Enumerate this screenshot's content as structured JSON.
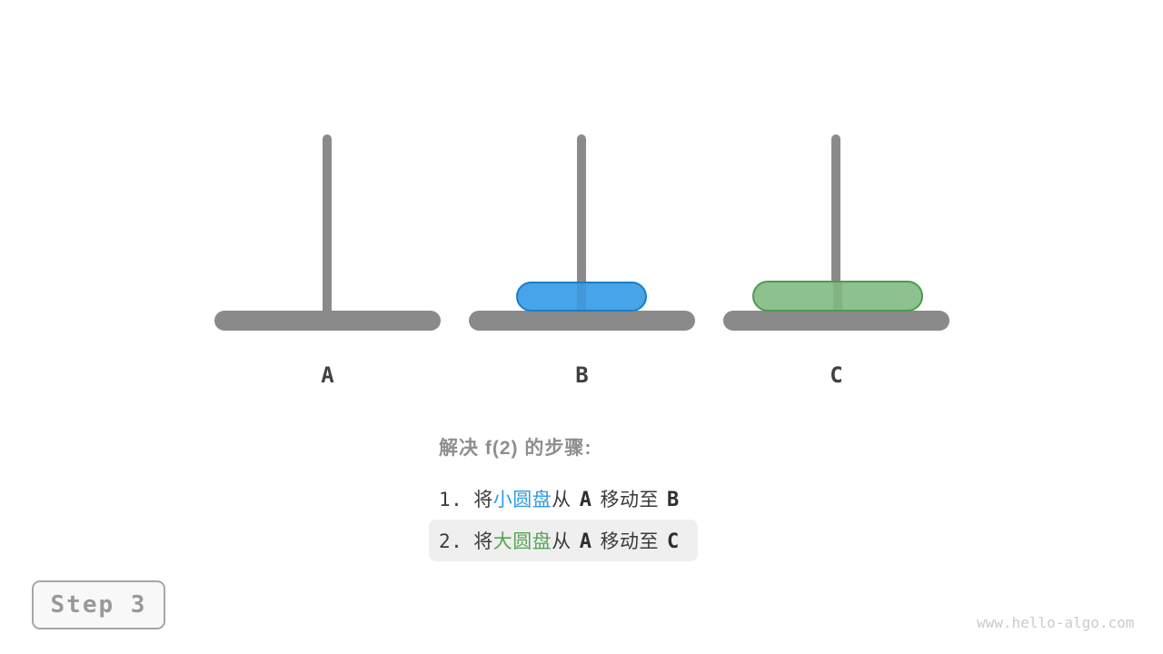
{
  "figure": {
    "peg_color": "#8A8A8A",
    "pegs": [
      {
        "label": "A"
      },
      {
        "label": "B"
      },
      {
        "label": "C"
      }
    ],
    "disks": [
      {
        "id": "small-disk",
        "name": "小圆盘",
        "fill": "#47A4E9",
        "border": "#1A7DC8",
        "on_peg": "B"
      },
      {
        "id": "large-disk",
        "name": "大圆盘",
        "fill": "#8DC18D",
        "border": "#4E9A4F",
        "on_peg": "C"
      }
    ]
  },
  "caption": {
    "heading": "解决 f(2) 的步骤:",
    "heading_color": "#8E8E8E",
    "text_color": "#3A3A3A",
    "highlight_bg": "#EFEFEF",
    "steps": [
      {
        "number": "1.",
        "pre": "将",
        "disk": "小圆盘",
        "disk_color": "#2F9BDF",
        "mid": "从",
        "from": "A",
        "move": "移动至",
        "to": "B",
        "highlighted": false
      },
      {
        "number": "2.",
        "pre": "将",
        "disk": "大圆盘",
        "disk_color": "#56A456",
        "mid": "从",
        "from": "A",
        "move": "移动至",
        "to": "C",
        "highlighted": true
      }
    ]
  },
  "step_badge": {
    "label": "Step 3",
    "text_color": "#999999",
    "border_color": "#A6A6A6",
    "bg": "#F8F8F8"
  },
  "watermark": {
    "text": "www.hello-algo.com",
    "color": "#CBCBCB"
  }
}
